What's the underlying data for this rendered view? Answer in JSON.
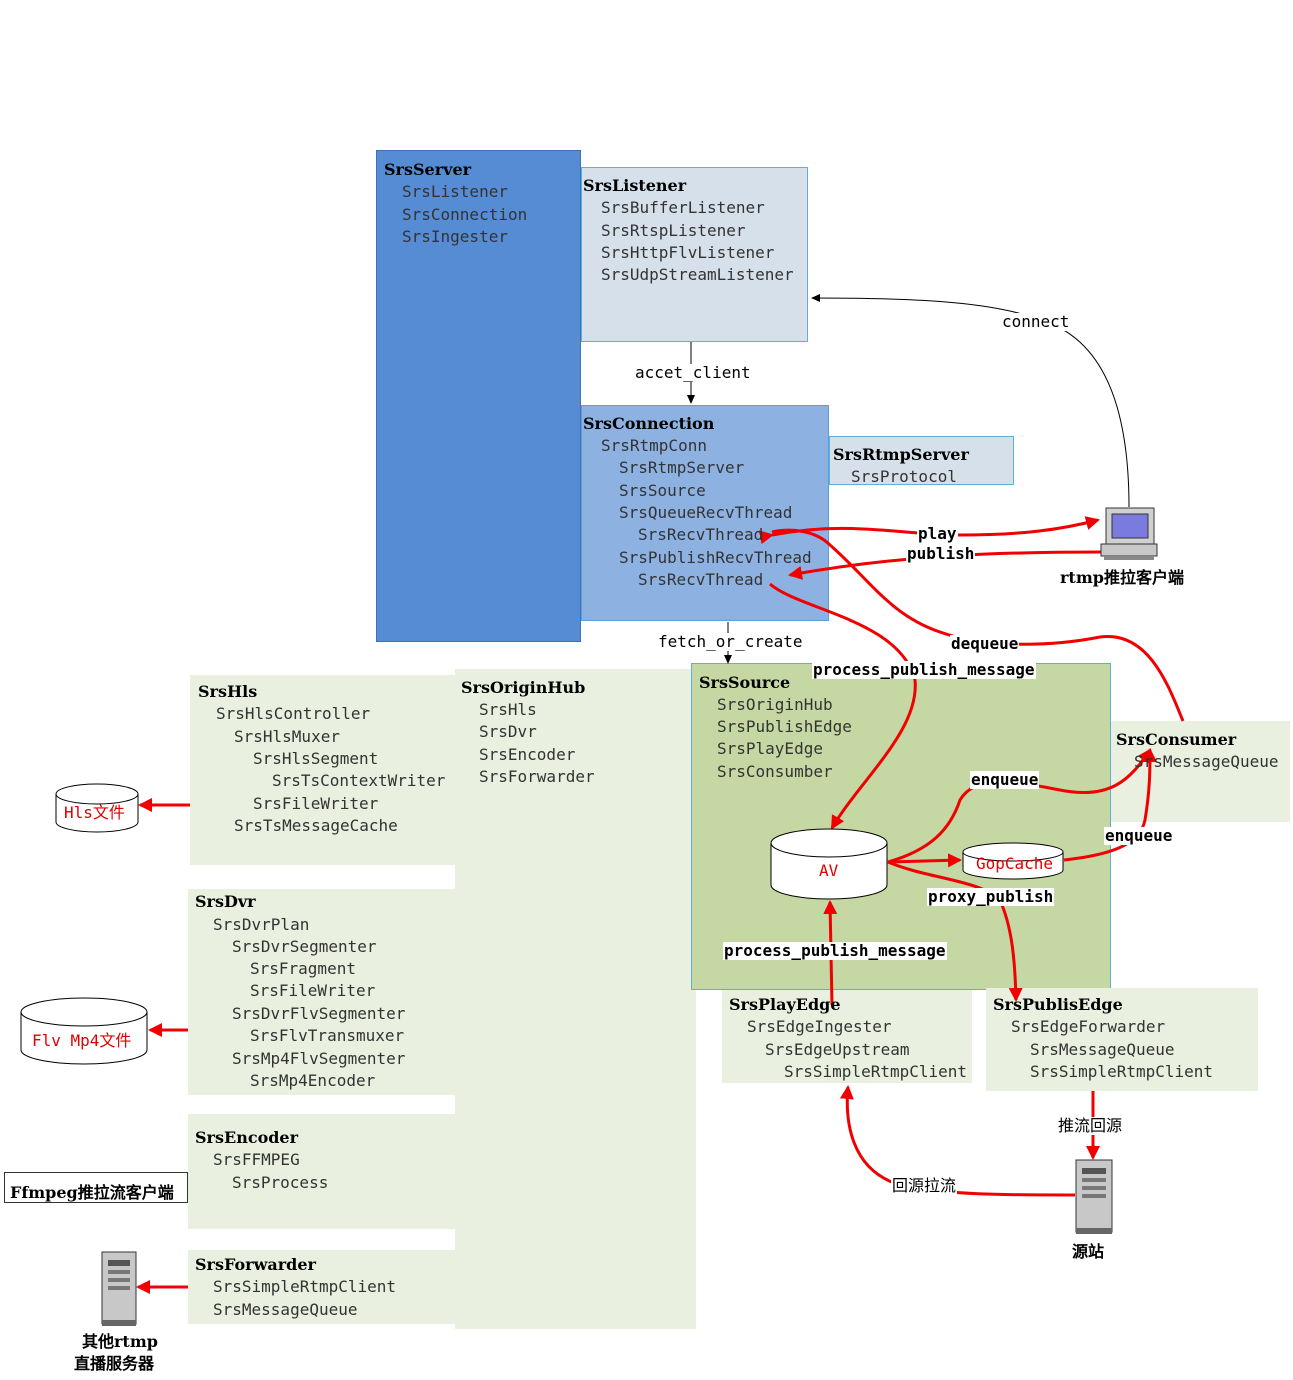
{
  "srs_server": {
    "title": "SrsServer",
    "items": [
      "SrsListener",
      "SrsConnection",
      "SrsIngester"
    ]
  },
  "srs_listener": {
    "title": "SrsListener",
    "items": [
      "SrsBufferListener",
      "SrsRtspListener",
      "SrsHttpFlvListener",
      "SrsUdpStreamListener"
    ]
  },
  "srs_connection": {
    "title": "SrsConnection",
    "items": [
      "SrsRtmpConn",
      "SrsRtmpServer",
      "SrsSource",
      "SrsQueueRecvThread",
      "SrsRecvThread",
      "SrsPublishRecvThread",
      "SrsRecvThread"
    ]
  },
  "srs_rtmp_server": {
    "title": "SrsRtmpServer",
    "items": [
      "SrsProtocol"
    ]
  },
  "srs_hls": {
    "title": "SrsHls",
    "items": [
      "SrsHlsController",
      "SrsHlsMuxer",
      "SrsHlsSegment",
      "SrsTsContextWriter",
      "SrsFileWriter",
      "SrsTsMessageCache"
    ]
  },
  "srs_origin_hub": {
    "title": "SrsOriginHub",
    "items": [
      "SrsHls",
      "SrsDvr",
      "SrsEncoder",
      "SrsForwarder"
    ]
  },
  "srs_source": {
    "title": "SrsSource",
    "items": [
      "SrsOriginHub",
      "SrsPublishEdge",
      "SrsPlayEdge",
      "SrsConsumber"
    ]
  },
  "srs_consumer": {
    "title": "SrsConsumer",
    "items": [
      "SrsMessageQueue"
    ]
  },
  "srs_dvr": {
    "title": "SrsDvr",
    "items": [
      "SrsDvrPlan",
      "SrsDvrSegmenter",
      "SrsFragment",
      "SrsFileWriter",
      "SrsDvrFlvSegmenter",
      "SrsFlvTransmuxer",
      "SrsMp4FlvSegmenter",
      "SrsMp4Encoder"
    ]
  },
  "srs_play_edge": {
    "title": "SrsPlayEdge",
    "items": [
      "SrsEdgeIngester",
      "SrsEdgeUpstream",
      "SrsSimpleRtmpClient"
    ]
  },
  "srs_publis_edge": {
    "title": "SrsPublisEdge",
    "items": [
      "SrsEdgeForwarder",
      "SrsMessageQueue",
      "SrsSimpleRtmpClient"
    ]
  },
  "srs_encoder": {
    "title": "SrsEncoder",
    "items": [
      "SrsFFMPEG",
      "SrsProcess"
    ]
  },
  "srs_forwarder": {
    "title": "SrsForwarder",
    "items": [
      "SrsSimpleRtmpClient",
      "SrsMessageQueue"
    ]
  },
  "ffmpeg_client": "Ffmpeg推拉流客户端",
  "cylinders": {
    "hls": "Hls文件",
    "flv": "Flv Mp4文件",
    "av": "AV",
    "gop": "GopCache"
  },
  "devices": {
    "rtmp_client": "rtmp推拉客户端",
    "origin": "源站",
    "other_line1": "其他rtmp",
    "other_line2": "直播服务器"
  },
  "labels": {
    "connect": "connect",
    "accept_client": "accet_client",
    "fetch_or_create": "fetch_or_create",
    "play": "play",
    "publish": "publish",
    "dequeue": "dequeue",
    "process_publish_message_top": "process_publish_message",
    "enqueue_top": "enqueue",
    "enqueue_right": "enqueue",
    "proxy_publish": "proxy_publish",
    "process_publish_message_bottom": "process_publish_message",
    "push_back_origin": "推流回源",
    "pull_back_origin": "回源拉流"
  },
  "colors": {
    "server_blue": "#568cd4",
    "conn_blue": "#8db2e2",
    "listener_blue": "#d6e0ea",
    "source_green": "#c5d7a2",
    "pale_green": "#e9f0df",
    "arrow_red": "#f00000"
  }
}
